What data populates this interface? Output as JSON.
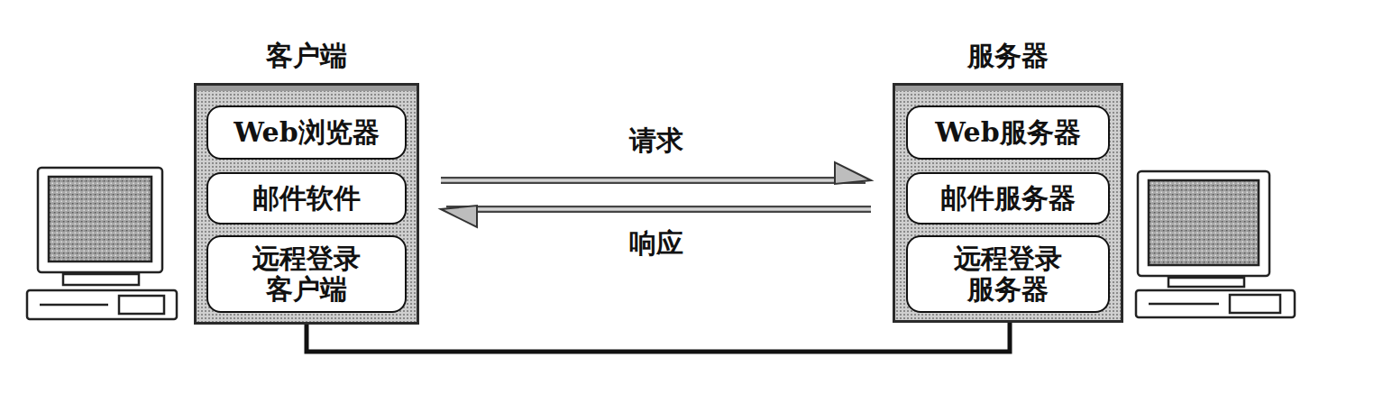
{
  "diagram": {
    "nodes": [
      {
        "text": [
          "客户端"
        ]
      },
      {
        "text": [
          "Web浏览器"
        ],
        "in": 0
      },
      {
        "text": [
          "邮件软件"
        ],
        "in": 0
      },
      {
        "text": [
          "远程登录 客户端"
        ],
        "in": 0
      },
      {
        "text": [
          "服务器"
        ]
      },
      {
        "text": [
          "Web服务器"
        ],
        "in": 4
      },
      {
        "text": [
          "邮件服务器"
        ],
        "in": 4
      },
      {
        "text": [
          "远程登录 服务器"
        ],
        "in": 4
      }
    ],
    "edges": [
      {
        "from": 0,
        "to": 4,
        "label": "请求",
        "arrow": "to"
      },
      {
        "from": 4,
        "to": 0,
        "label": "响应",
        "arrow": "to"
      },
      {
        "from": 0,
        "to": 4,
        "arrow": "none"
      }
    ]
  }
}
